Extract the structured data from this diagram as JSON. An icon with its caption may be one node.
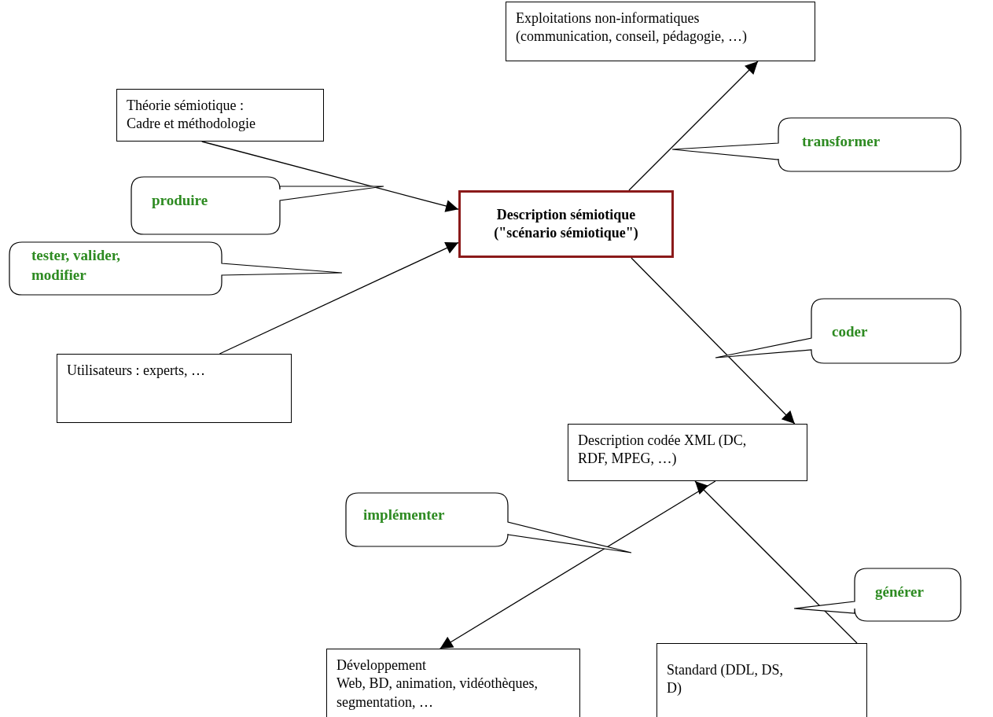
{
  "diagram": {
    "nodes": [
      {
        "text": [
          "Exploitations non-informatiques",
          "(communication, conseil, pédagogie, …)"
        ]
      },
      {
        "text": [
          "Théorie sémiotique :",
          "Cadre et méthodologie"
        ]
      },
      {
        "text": [
          "transformer"
        ]
      },
      {
        "text": [
          "produire"
        ]
      },
      {
        "text": [
          "Description sémiotique",
          "(\"scénario sémiotique\")"
        ]
      },
      {
        "text": [
          "tester, valider, modifier"
        ]
      },
      {
        "text": [
          "Utilisateurs : experts, …"
        ]
      },
      {
        "text": [
          "coder"
        ]
      },
      {
        "text": [
          "Description codée XML (DC, RDF, MPEG, …)"
        ]
      },
      {
        "text": [
          "implémenter"
        ]
      },
      {
        "text": [
          "générer"
        ]
      },
      {
        "text": [
          "Développement",
          "Web, BD, animation, vidéothèques, segmentation, …"
        ]
      },
      {
        "text": [
          "Standard (DDL, DS, D)"
        ]
      }
    ],
    "edges": [
      {
        "from": 1,
        "to": 4,
        "arrow": "to"
      },
      {
        "from": 6,
        "to": 4,
        "arrow": "to"
      },
      {
        "from": 4,
        "to": 0,
        "arrow": "to"
      },
      {
        "from": 4,
        "to": 8,
        "arrow": "to"
      },
      {
        "from": 8,
        "to": 11,
        "arrow": "to"
      },
      {
        "from": 12,
        "to": 8,
        "arrow": "to"
      }
    ]
  }
}
